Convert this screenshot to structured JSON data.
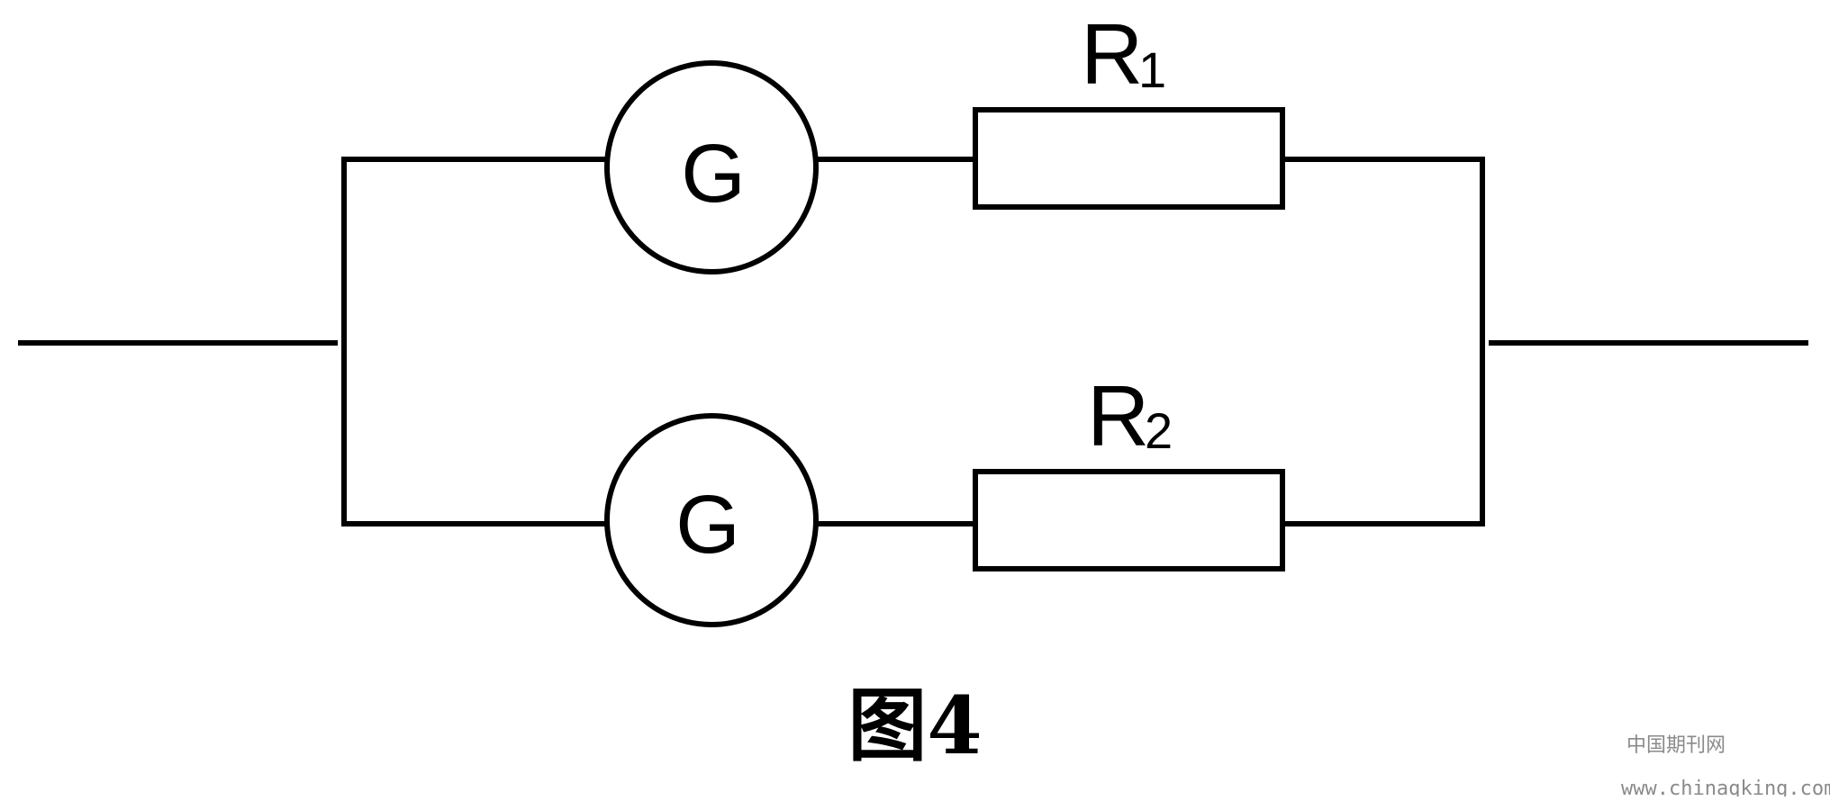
{
  "diagram": {
    "galvanometer_top": {
      "symbol": "G"
    },
    "galvanometer_bottom": {
      "symbol": "G"
    },
    "resistor_1": {
      "letter": "R",
      "subscript": "1"
    },
    "resistor_2": {
      "letter": "R",
      "subscript": "2"
    }
  },
  "caption": "图4",
  "watermark": {
    "site_name": "中国期刊网",
    "url": "www.chinaqking.com"
  },
  "colors": {
    "line": "#000000",
    "watermark": "#8a8a8a"
  }
}
